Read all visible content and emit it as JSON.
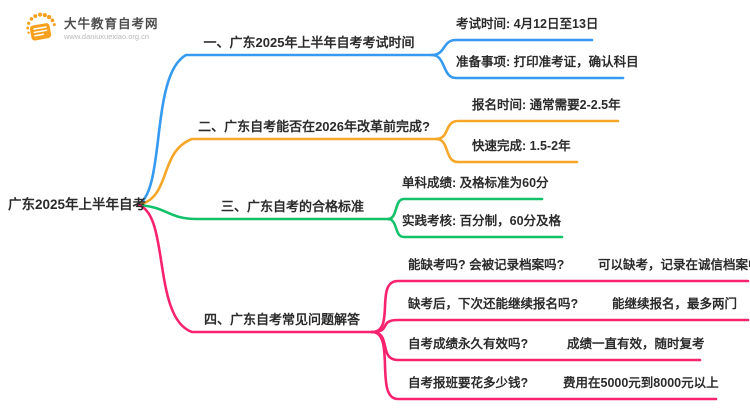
{
  "logo": {
    "site_name": "大牛教育自考网",
    "site_url": "www.daniuxuexiao.org.cn",
    "icon": "book-sun-icon",
    "icon_color": "#F7A01D"
  },
  "root": {
    "label": "广东2025年上半年自考"
  },
  "branches": [
    {
      "title": "一、广东2025年上半年自考考试时间",
      "color": "#359AF0",
      "children": [
        {
          "text": "考试时间: 4月12日至13日"
        },
        {
          "text": "准备事项: 打印准考证，确认科目"
        }
      ]
    },
    {
      "title": "二、广东自考能否在2026年改革前完成?",
      "color": "#F7A728",
      "children": [
        {
          "text": "报名时间: 通常需要2-2.5年"
        },
        {
          "text": "快速完成: 1.5-2年"
        }
      ]
    },
    {
      "title": "三、广东自考的合格标准",
      "color": "#14C16B",
      "children": [
        {
          "text": "单科成绩: 及格标准为60分"
        },
        {
          "text": "实践考核: 百分制，60分及格"
        }
      ]
    },
    {
      "title": "四、广东自考常见问题解答",
      "color": "#F8236F",
      "children": [
        {
          "question": "能缺考吗? 会被记录档案吗?",
          "answer": "可以缺考，记录在诚信档案中"
        },
        {
          "question": "缺考后，下次还能继续报名吗?",
          "answer": "能继续报名，最多两门"
        },
        {
          "question": "自考成绩永久有效吗?",
          "answer": "成绩一直有效，随时复考"
        },
        {
          "question": "自考报班要花多少钱?",
          "answer": "费用在5000元到8000元以上"
        }
      ]
    }
  ]
}
